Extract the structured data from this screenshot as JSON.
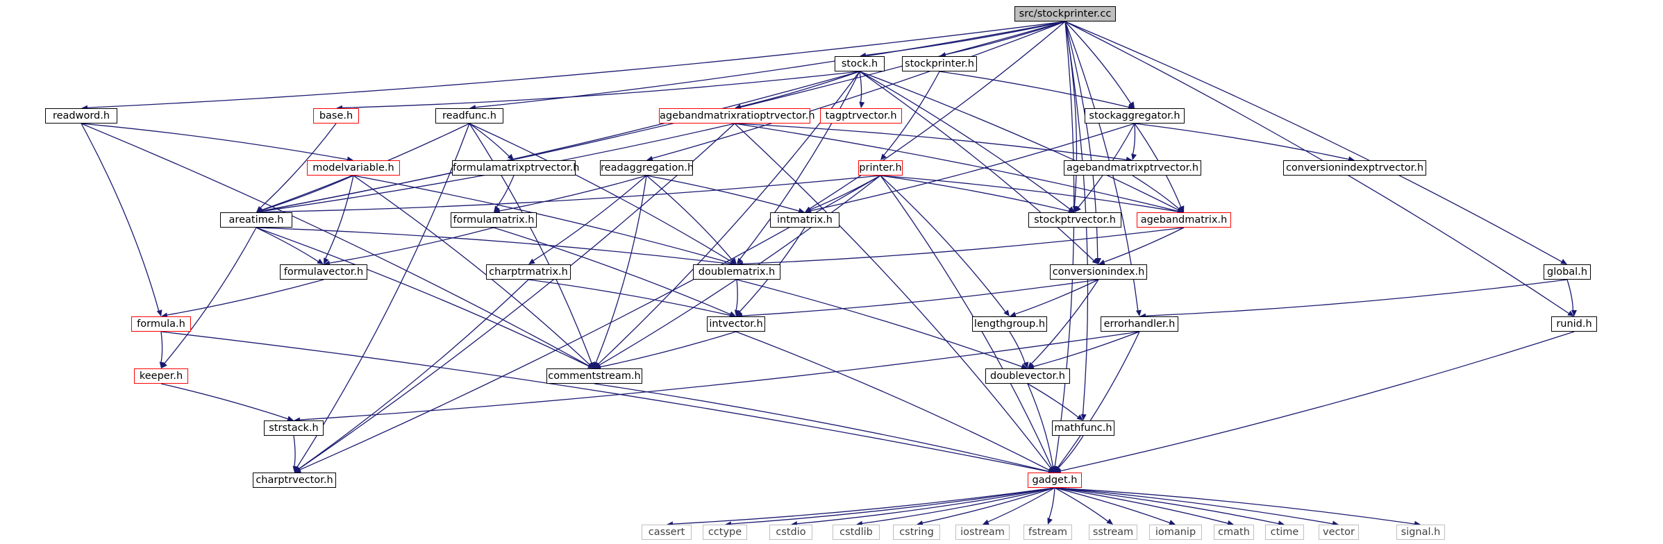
{
  "colors": {
    "edge": "#191970",
    "node_border": "#000000",
    "incomplete_border": "#ff0000",
    "system_border": "#bfbfbf",
    "root_fill": "#bfbfbf"
  },
  "nodes": [
    {
      "id": "root",
      "label": "src/stockprinter.cc",
      "kind": "root"
    },
    {
      "id": "stock",
      "label": "stock.h",
      "kind": "black"
    },
    {
      "id": "stockprinter",
      "label": "stockprinter.h",
      "kind": "black"
    },
    {
      "id": "readword",
      "label": "readword.h",
      "kind": "black"
    },
    {
      "id": "base",
      "label": "base.h",
      "kind": "red"
    },
    {
      "id": "readfunc",
      "label": "readfunc.h",
      "kind": "black"
    },
    {
      "id": "abmrp",
      "label": "agebandmatrixratioptrvector.h",
      "kind": "red"
    },
    {
      "id": "tagptr",
      "label": "tagptrvector.h",
      "kind": "red"
    },
    {
      "id": "stockagg",
      "label": "stockaggregator.h",
      "kind": "black"
    },
    {
      "id": "modelvar",
      "label": "modelvariable.h",
      "kind": "red"
    },
    {
      "id": "fmptr",
      "label": "formulamatrixptrvector.h",
      "kind": "black"
    },
    {
      "id": "readagg",
      "label": "readaggregation.h",
      "kind": "black"
    },
    {
      "id": "printer",
      "label": "printer.h",
      "kind": "red"
    },
    {
      "id": "abmptr",
      "label": "agebandmatrixptrvector.h",
      "kind": "black"
    },
    {
      "id": "convidxptr",
      "label": "conversionindexptrvector.h",
      "kind": "black"
    },
    {
      "id": "areatime",
      "label": "areatime.h",
      "kind": "black"
    },
    {
      "id": "fmatrix",
      "label": "formulamatrix.h",
      "kind": "black"
    },
    {
      "id": "intmatrix",
      "label": "intmatrix.h",
      "kind": "black"
    },
    {
      "id": "stockptr",
      "label": "stockptrvector.h",
      "kind": "black"
    },
    {
      "id": "abm",
      "label": "agebandmatrix.h",
      "kind": "red"
    },
    {
      "id": "fvector",
      "label": "formulavector.h",
      "kind": "black"
    },
    {
      "id": "charptrm",
      "label": "charptrmatrix.h",
      "kind": "black"
    },
    {
      "id": "dmatrix",
      "label": "doublematrix.h",
      "kind": "black"
    },
    {
      "id": "convidx",
      "label": "conversionindex.h",
      "kind": "black"
    },
    {
      "id": "global",
      "label": "global.h",
      "kind": "black"
    },
    {
      "id": "formula",
      "label": "formula.h",
      "kind": "red"
    },
    {
      "id": "intvector",
      "label": "intvector.h",
      "kind": "black"
    },
    {
      "id": "lengthgroup",
      "label": "lengthgroup.h",
      "kind": "black"
    },
    {
      "id": "errhandler",
      "label": "errorhandler.h",
      "kind": "black"
    },
    {
      "id": "runid",
      "label": "runid.h",
      "kind": "black"
    },
    {
      "id": "keeper",
      "label": "keeper.h",
      "kind": "red"
    },
    {
      "id": "commentstream",
      "label": "commentstream.h",
      "kind": "black"
    },
    {
      "id": "dvector",
      "label": "doublevector.h",
      "kind": "black"
    },
    {
      "id": "strstack",
      "label": "strstack.h",
      "kind": "black"
    },
    {
      "id": "mathfunc",
      "label": "mathfunc.h",
      "kind": "black"
    },
    {
      "id": "charptrv",
      "label": "charptrvector.h",
      "kind": "black"
    },
    {
      "id": "gadget",
      "label": "gadget.h",
      "kind": "red"
    },
    {
      "id": "cassert",
      "label": "cassert",
      "kind": "gray"
    },
    {
      "id": "cctype",
      "label": "cctype",
      "kind": "gray"
    },
    {
      "id": "cstdio",
      "label": "cstdio",
      "kind": "gray"
    },
    {
      "id": "cstdlib",
      "label": "cstdlib",
      "kind": "gray"
    },
    {
      "id": "cstring",
      "label": "cstring",
      "kind": "gray"
    },
    {
      "id": "iostream",
      "label": "iostream",
      "kind": "gray"
    },
    {
      "id": "fstream",
      "label": "fstream",
      "kind": "gray"
    },
    {
      "id": "sstream",
      "label": "sstream",
      "kind": "gray"
    },
    {
      "id": "iomanip",
      "label": "iomanip",
      "kind": "gray"
    },
    {
      "id": "cmath",
      "label": "cmath",
      "kind": "gray"
    },
    {
      "id": "ctime",
      "label": "ctime",
      "kind": "gray"
    },
    {
      "id": "vector",
      "label": "vector",
      "kind": "gray"
    },
    {
      "id": "signal",
      "label": "signal.h",
      "kind": "gray"
    }
  ],
  "edges": [
    [
      "root",
      "stock"
    ],
    [
      "root",
      "stockprinter"
    ],
    [
      "root",
      "readword"
    ],
    [
      "root",
      "readfunc"
    ],
    [
      "root",
      "readagg"
    ],
    [
      "root",
      "stockagg"
    ],
    [
      "root",
      "areatime"
    ],
    [
      "root",
      "stockptr"
    ],
    [
      "root",
      "convidx"
    ],
    [
      "root",
      "errhandler"
    ],
    [
      "root",
      "global"
    ],
    [
      "root",
      "runid"
    ],
    [
      "root",
      "mathfunc"
    ],
    [
      "root",
      "gadget"
    ],
    [
      "root",
      "intmatrix"
    ],
    [
      "stock",
      "base"
    ],
    [
      "stock",
      "abmrp"
    ],
    [
      "stock",
      "tagptr"
    ],
    [
      "stock",
      "areatime"
    ],
    [
      "stock",
      "commentstream"
    ],
    [
      "stock",
      "stockptr"
    ],
    [
      "stock",
      "abm"
    ],
    [
      "stock",
      "dmatrix"
    ],
    [
      "stock",
      "convidx"
    ],
    [
      "stockprinter",
      "stockagg"
    ],
    [
      "stockprinter",
      "printer"
    ],
    [
      "readword",
      "modelvar"
    ],
    [
      "readword",
      "formula"
    ],
    [
      "readword",
      "commentstream"
    ],
    [
      "base",
      "areatime"
    ],
    [
      "readfunc",
      "fmptr"
    ],
    [
      "readfunc",
      "areatime"
    ],
    [
      "readfunc",
      "commentstream"
    ],
    [
      "readfunc",
      "charptrv"
    ],
    [
      "readfunc",
      "dmatrix"
    ],
    [
      "abmrp",
      "abmptr"
    ],
    [
      "abmrp",
      "areatime"
    ],
    [
      "abmrp",
      "abm"
    ],
    [
      "abmrp",
      "charptrv"
    ],
    [
      "abmrp",
      "gadget"
    ],
    [
      "stockagg",
      "abmptr"
    ],
    [
      "stockagg",
      "convidxptr"
    ],
    [
      "stockagg",
      "abm"
    ],
    [
      "stockagg",
      "stockptr"
    ],
    [
      "stockagg",
      "intmatrix"
    ],
    [
      "modelvar",
      "areatime"
    ],
    [
      "modelvar",
      "fvector"
    ],
    [
      "modelvar",
      "commentstream"
    ],
    [
      "modelvar",
      "dmatrix"
    ],
    [
      "fmptr",
      "fmatrix"
    ],
    [
      "readagg",
      "fmatrix"
    ],
    [
      "readagg",
      "intmatrix"
    ],
    [
      "readagg",
      "charptrm"
    ],
    [
      "readagg",
      "dmatrix"
    ],
    [
      "readagg",
      "commentstream"
    ],
    [
      "printer",
      "areatime"
    ],
    [
      "printer",
      "intmatrix"
    ],
    [
      "printer",
      "stockptr"
    ],
    [
      "printer",
      "abm"
    ],
    [
      "printer",
      "lengthgroup"
    ],
    [
      "printer",
      "commentstream"
    ],
    [
      "printer",
      "charptrv"
    ],
    [
      "printer",
      "gadget"
    ],
    [
      "abmptr",
      "abm"
    ],
    [
      "areatime",
      "fvector"
    ],
    [
      "areatime",
      "dmatrix"
    ],
    [
      "areatime",
      "keeper"
    ],
    [
      "areatime",
      "commentstream"
    ],
    [
      "fmatrix",
      "fvector"
    ],
    [
      "fmatrix",
      "intvector"
    ],
    [
      "intmatrix",
      "intvector"
    ],
    [
      "abm",
      "dmatrix"
    ],
    [
      "abm",
      "convidx"
    ],
    [
      "fvector",
      "formula"
    ],
    [
      "charptrm",
      "intvector"
    ],
    [
      "charptrm",
      "charptrv"
    ],
    [
      "dmatrix",
      "intvector"
    ],
    [
      "dmatrix",
      "dvector"
    ],
    [
      "convidx",
      "intvector"
    ],
    [
      "convidx",
      "lengthgroup"
    ],
    [
      "convidx",
      "dvector"
    ],
    [
      "global",
      "errhandler"
    ],
    [
      "global",
      "runid"
    ],
    [
      "formula",
      "keeper"
    ],
    [
      "formula",
      "gadget"
    ],
    [
      "intvector",
      "commentstream"
    ],
    [
      "intvector",
      "gadget"
    ],
    [
      "lengthgroup",
      "dvector"
    ],
    [
      "errhandler",
      "dvector"
    ],
    [
      "errhandler",
      "gadget"
    ],
    [
      "errhandler",
      "strstack"
    ],
    [
      "runid",
      "gadget"
    ],
    [
      "keeper",
      "strstack"
    ],
    [
      "commentstream",
      "gadget"
    ],
    [
      "dvector",
      "mathfunc"
    ],
    [
      "dvector",
      "gadget"
    ],
    [
      "strstack",
      "charptrv"
    ],
    [
      "mathfunc",
      "gadget"
    ],
    [
      "gadget",
      "cassert"
    ],
    [
      "gadget",
      "cctype"
    ],
    [
      "gadget",
      "cstdio"
    ],
    [
      "gadget",
      "cstdlib"
    ],
    [
      "gadget",
      "cstring"
    ],
    [
      "gadget",
      "iostream"
    ],
    [
      "gadget",
      "fstream"
    ],
    [
      "gadget",
      "sstream"
    ],
    [
      "gadget",
      "iomanip"
    ],
    [
      "gadget",
      "cmath"
    ],
    [
      "gadget",
      "ctime"
    ],
    [
      "gadget",
      "vector"
    ],
    [
      "gadget",
      "signal"
    ]
  ]
}
